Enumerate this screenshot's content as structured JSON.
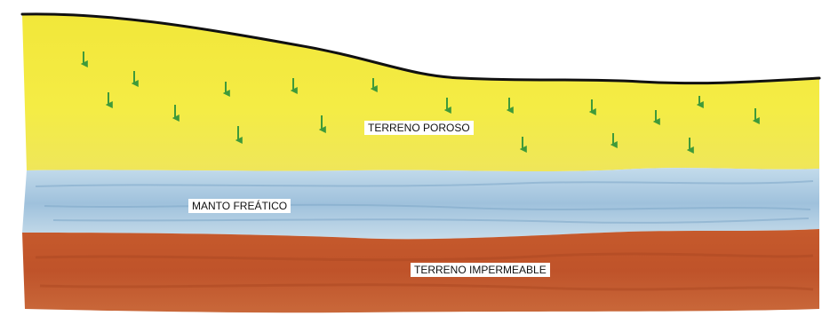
{
  "layers": {
    "porous": {
      "label": "TERRENO POROSO",
      "color": "#f3ea3a"
    },
    "water_table": {
      "label": "MANTO FREÁTICO",
      "color": "#a9c8de"
    },
    "impermeable": {
      "label": "TERRENO IMPERMEABLE",
      "color": "#c25a2e"
    }
  },
  "arrow_color": "#3f9a3a",
  "surface_line_color": "#111111"
}
